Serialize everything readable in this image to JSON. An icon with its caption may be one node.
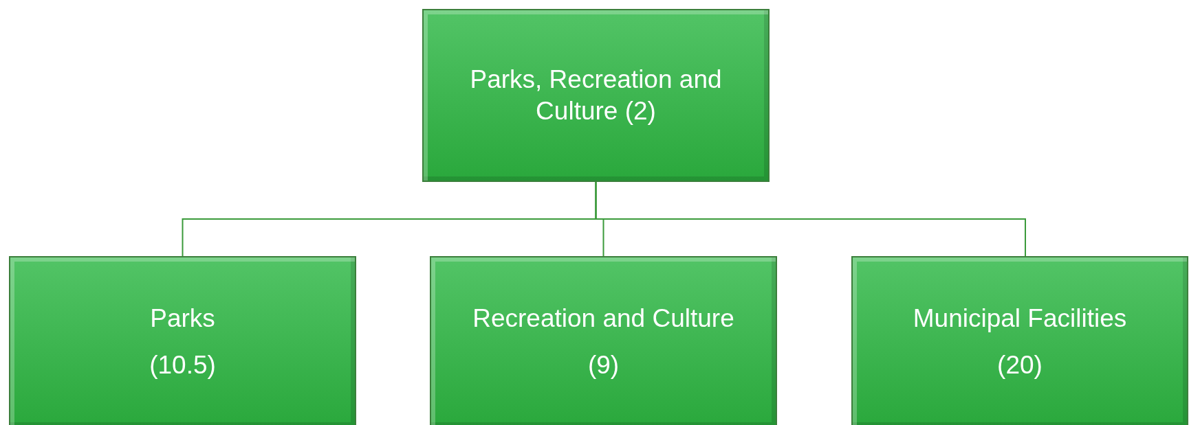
{
  "diagram": {
    "nodes": [
      {
        "text": [
          "Parks, Recreation and Culture (2)"
        ]
      },
      {
        "text": [
          "Parks",
          "(10.5)"
        ]
      },
      {
        "text": [
          "Recreation and Culture",
          "(9)"
        ]
      },
      {
        "text": [
          "Municipal Facilities",
          "(20)"
        ]
      }
    ],
    "edges": [
      {
        "from": 0,
        "to": 1,
        "arrow": "none"
      },
      {
        "from": 0,
        "to": 2,
        "arrow": "none"
      },
      {
        "from": 0,
        "to": 3,
        "arrow": "none"
      }
    ]
  }
}
